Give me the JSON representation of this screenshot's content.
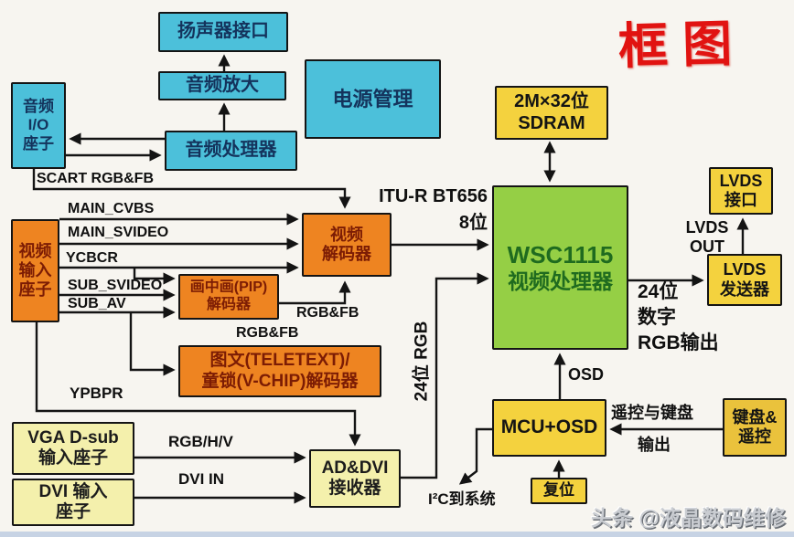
{
  "stamp": "框图",
  "watermark": "头条 @液晶数码维修",
  "colors": {
    "background": "#f7f5f0",
    "cyan_box": "#4cc0da",
    "orange_box": "#ee8421",
    "green_box": "#95cf45",
    "yellow_box": "#f4d23e",
    "gold_box": "#eac23c",
    "pale_yellow_box": "#f4f0ac",
    "stamp_red": "#e11311",
    "wire_black": "#141414"
  },
  "boxes": {
    "speaker_interface": {
      "label": "扬声器接口"
    },
    "audio_amp": {
      "label": "音频放大"
    },
    "audio_processor": {
      "label": "音频处理器"
    },
    "audio_io": {
      "lines": [
        "音频",
        "I/O",
        "座子"
      ]
    },
    "power_mgmt": {
      "label": "电源管理"
    },
    "sdram": {
      "lines": [
        "2M×32位",
        "SDRAM"
      ]
    },
    "wsc1115": {
      "lines": [
        "WSC1115",
        "视频处理器"
      ]
    },
    "lvds_if": {
      "lines": [
        "LVDS",
        "接口"
      ]
    },
    "lvds_tx": {
      "lines": [
        "LVDS",
        "发送器"
      ]
    },
    "video_input": {
      "lines": [
        "视频",
        "输入",
        "座子"
      ]
    },
    "video_decoder": {
      "lines": [
        "视频",
        "解码器"
      ]
    },
    "pip_decoder": {
      "lines": [
        "画中画(PIP)",
        "解码器"
      ]
    },
    "teletext_decoder": {
      "lines": [
        "图文(TELETEXT)/",
        "童锁(V-CHIP)解码器"
      ]
    },
    "vga_input": {
      "lines": [
        "VGA D-sub",
        "输入座子"
      ]
    },
    "dvi_input": {
      "lines": [
        "DVI 输入",
        "座子"
      ]
    },
    "addvi_rx": {
      "lines": [
        "AD&DVI",
        "接收器"
      ]
    },
    "mcu_osd": {
      "label": "MCU+OSD"
    },
    "reset": {
      "label": "复位"
    },
    "kb_remote": {
      "lines": [
        "键盘&",
        "遥控"
      ]
    }
  },
  "labels": {
    "scart": "SCART RGB&FB",
    "main_cvbs": "MAIN_CVBS",
    "main_svideo": "MAIN_SVIDEO",
    "ycbcr": "YCBCR",
    "sub_svideo": "SUB_SVIDEO",
    "sub_av": "SUB_AV",
    "itu_line1": "ITU-R BT656",
    "itu_line2": "8位",
    "rgbfb_pip": "RGB&FB",
    "rgbfb_teletext": "RGB&FB",
    "ypbpr": "YPBPR",
    "rgbhv": "RGB/H/V",
    "dvi_in": "DVI IN",
    "bits24_rgb": "24位 RGB",
    "out24_line1": "24位",
    "out24_line2": "数字",
    "out24_line3": "RGB输出",
    "lvds_out_line1": "LVDS",
    "lvds_out_line2": "OUT",
    "osd": "OSD",
    "remote_kb_line1": "遥控与键盘",
    "remote_kb_line2": "输出",
    "i2c": "I²C到系统"
  }
}
